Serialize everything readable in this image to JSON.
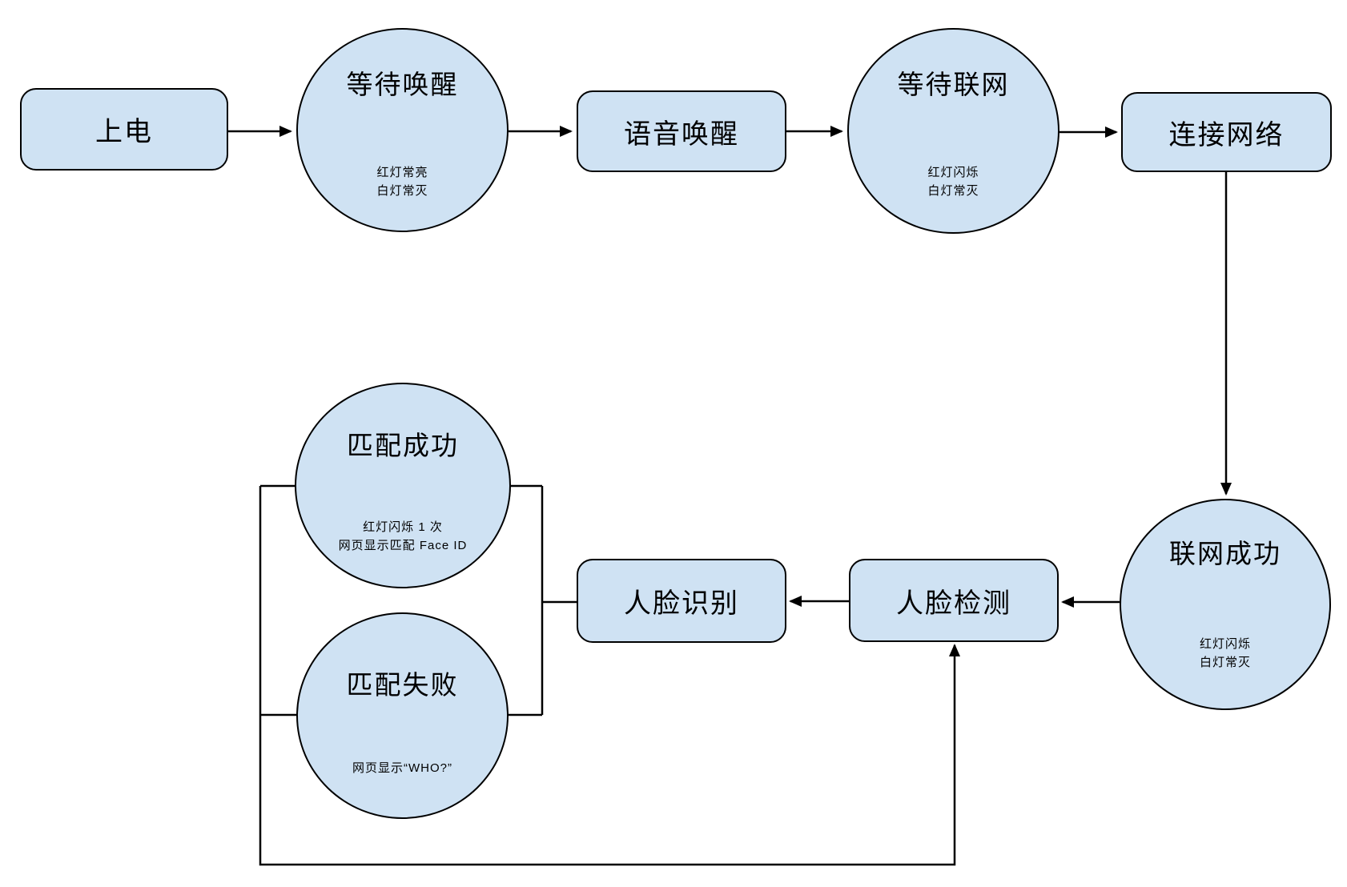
{
  "diagram": {
    "type": "flowchart",
    "background_color": "#ffffff",
    "node_fill_color": "#cfe2f3",
    "node_stroke_color": "#000000",
    "nodes": {
      "power_on": {
        "shape": "rounded-rect",
        "label": "上电"
      },
      "wait_wake": {
        "shape": "ellipse",
        "title": "等待唤醒",
        "notes": [
          "红灯常亮",
          "白灯常灭"
        ]
      },
      "voice_wake": {
        "shape": "rounded-rect",
        "label": "语音唤醒"
      },
      "wait_network": {
        "shape": "ellipse",
        "title": "等待联网",
        "notes": [
          "红灯闪烁",
          "白灯常灭"
        ]
      },
      "connect_network": {
        "shape": "rounded-rect",
        "label": "连接网络"
      },
      "network_success": {
        "shape": "ellipse",
        "title": "联网成功",
        "notes": [
          "红灯闪烁",
          "白灯常灭"
        ]
      },
      "face_recognition": {
        "shape": "rounded-rect",
        "label": "人脸识别"
      },
      "face_detection": {
        "shape": "rounded-rect",
        "label": "人脸检测"
      },
      "match_success": {
        "shape": "ellipse",
        "title": "匹配成功",
        "notes": [
          "红灯闪烁 1 次",
          "网页显示匹配 Face ID"
        ]
      },
      "match_fail": {
        "shape": "ellipse",
        "title": "匹配失败",
        "notes": [
          "网页显示“WHO?”"
        ]
      }
    },
    "edges": [
      {
        "from": "power_on",
        "to": "wait_wake",
        "arrow": true
      },
      {
        "from": "wait_wake",
        "to": "voice_wake",
        "arrow": true
      },
      {
        "from": "voice_wake",
        "to": "wait_network",
        "arrow": true
      },
      {
        "from": "wait_network",
        "to": "connect_network",
        "arrow": true
      },
      {
        "from": "connect_network",
        "to": "network_success",
        "arrow": true
      },
      {
        "from": "network_success",
        "to": "face_detection",
        "arrow": true
      },
      {
        "from": "face_detection",
        "to": "face_recognition",
        "arrow": true
      },
      {
        "from": "face_recognition",
        "to": "match_success",
        "arrow": false
      },
      {
        "from": "face_recognition",
        "to": "match_fail",
        "arrow": false
      },
      {
        "from": "match_success",
        "to": "face_detection",
        "arrow": true
      },
      {
        "from": "match_fail",
        "to": "face_detection",
        "arrow": true
      }
    ]
  }
}
